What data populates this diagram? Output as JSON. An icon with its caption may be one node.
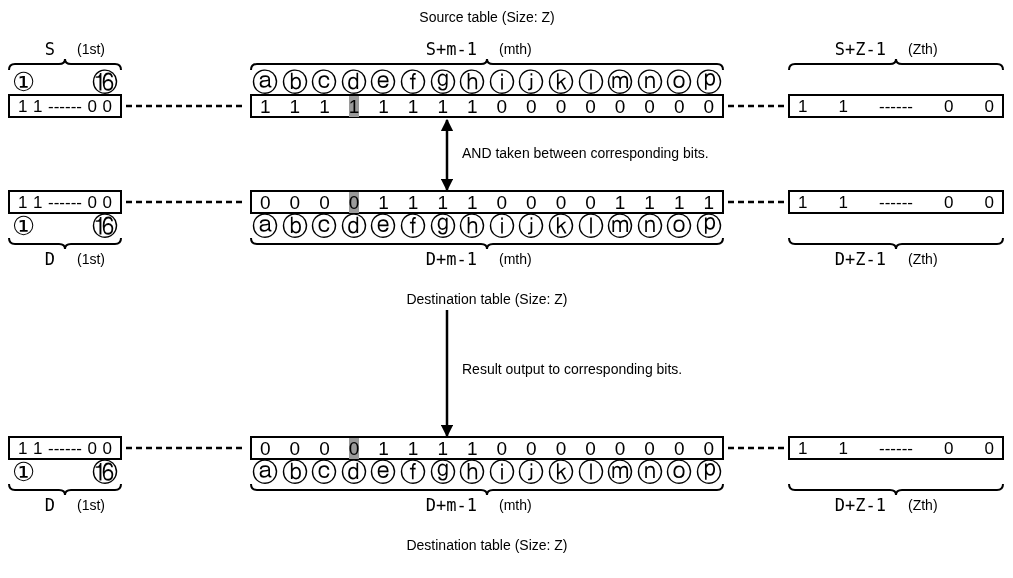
{
  "diagram": {
    "nodes": [
      {
        "text": [
          "Source table (Size: Z)"
        ]
      },
      {
        "text": [
          "1 1 ------ 0 0"
        ],
        "beside": [
          "S",
          "(1st)",
          "①",
          "⑯"
        ]
      },
      {
        "text": [
          "1 1 1 1 1 1 1 1 0 0 0 0 0 0 0 0"
        ],
        "beside": [
          "S+m-1",
          "(mth)",
          "ⓐ",
          "ⓑ",
          "ⓒ",
          "ⓓ",
          "ⓔ",
          "ⓕ",
          "ⓖ",
          "ⓗ",
          "ⓘ",
          "ⓙ",
          "ⓚ",
          "ⓛ",
          "ⓜ",
          "ⓝ",
          "ⓞ",
          "ⓟ"
        ]
      },
      {
        "text": [
          "1 1 ------ 0 0"
        ],
        "beside": [
          "S+Z-1",
          "(Zth)"
        ]
      },
      {
        "text": [
          "1 1 ------ 0 0"
        ],
        "beside": [
          "①",
          "⑯",
          "D",
          "(1st)"
        ]
      },
      {
        "text": [
          "0 0 0 0 1 1 1 1 0 0 0 0 1 1 1 1"
        ],
        "beside": [
          "ⓐ",
          "ⓑ",
          "ⓒ",
          "ⓓ",
          "ⓔ",
          "ⓕ",
          "ⓖ",
          "ⓗ",
          "ⓘ",
          "ⓙ",
          "ⓚ",
          "ⓛ",
          "ⓜ",
          "ⓝ",
          "ⓞ",
          "ⓟ",
          "D+m-1",
          "(mth)"
        ]
      },
      {
        "text": [
          "1 1 ------ 0 0"
        ],
        "beside": [
          "D+Z-1",
          "(Zth)"
        ]
      },
      {
        "text": [
          "Destination table (Size: Z)"
        ]
      },
      {
        "text": [
          "1 1 ------ 0 0"
        ],
        "beside": [
          "①",
          "⑯",
          "D",
          "(1st)"
        ]
      },
      {
        "text": [
          "0 0 0 0 1 1 1 1 0 0 0 0 0 0 0 0"
        ],
        "beside": [
          "ⓐ",
          "ⓑ",
          "ⓒ",
          "ⓓ",
          "ⓔ",
          "ⓕ",
          "ⓖ",
          "ⓗ",
          "ⓘ",
          "ⓙ",
          "ⓚ",
          "ⓛ",
          "ⓜ",
          "ⓝ",
          "ⓞ",
          "ⓟ",
          "D+m-1",
          "(mth)"
        ]
      },
      {
        "text": [
          "1 1 ------ 0 0"
        ],
        "beside": [
          "D+Z-1",
          "(Zth)"
        ]
      },
      {
        "text": [
          "Destination table (Size: Z)"
        ]
      }
    ],
    "edges": [
      {
        "from": 1,
        "to": 2,
        "arrow": "none",
        "style": "dashed"
      },
      {
        "from": 2,
        "to": 3,
        "arrow": "none",
        "style": "dashed"
      },
      {
        "from": 4,
        "to": 5,
        "arrow": "none",
        "style": "dashed"
      },
      {
        "from": 5,
        "to": 6,
        "arrow": "none",
        "style": "dashed"
      },
      {
        "from": 8,
        "to": 9,
        "arrow": "none",
        "style": "dashed"
      },
      {
        "from": 9,
        "to": 10,
        "arrow": "none",
        "style": "dashed"
      },
      {
        "from": 2,
        "to": 5,
        "arrow": "both",
        "label": "AND taken between corresponding bits."
      },
      {
        "from": 7,
        "to": 9,
        "arrow": "to",
        "label": "Result output to corresponding bits."
      }
    ]
  }
}
